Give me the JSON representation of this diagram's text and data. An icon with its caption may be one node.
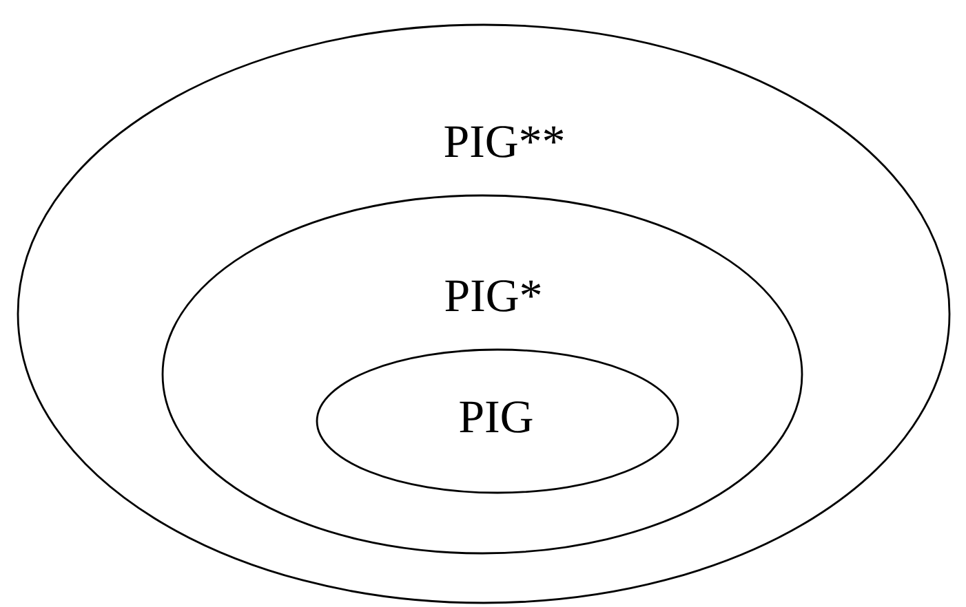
{
  "diagram": {
    "nodes": [
      {
        "text": [
          "PIG**"
        ]
      },
      {
        "text": [
          "PIG*"
        ],
        "in": 0
      },
      {
        "text": [
          "PIG"
        ],
        "in": 1
      }
    ]
  }
}
